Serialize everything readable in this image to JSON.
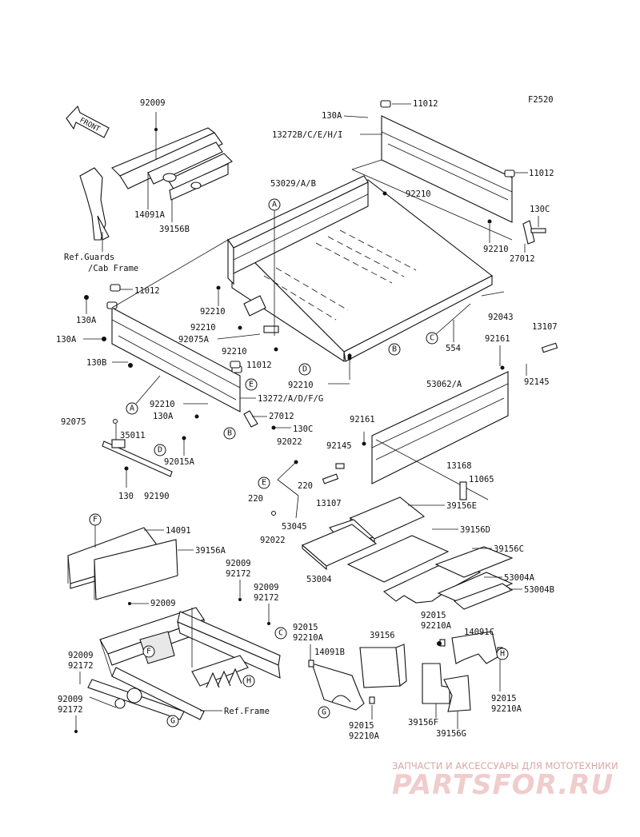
{
  "figure_code": "F2520",
  "front_arrow": "FRONT",
  "watermark": {
    "top": "ЗАПЧАСТИ И АКСЕССУАРЫ ДЛЯ МОТОТЕХНИКИ",
    "brand": "PARTSFOR.RU"
  },
  "labels": {
    "p92009_top": "92009",
    "p14091A": "14091A",
    "p39156B": "39156B",
    "ref_guards_1": "Ref.Guards",
    "ref_guards_2": "/Cab Frame",
    "p130A_top": "130A",
    "p11012_top": "11012",
    "p13272BCEHI": "13272B/C/E/H/I",
    "p53029AB": "53029/A/B",
    "p92210_a": "92210",
    "p11012_right": "11012",
    "p130C_right": "130C",
    "p92210_b": "92210",
    "p27012_right": "27012",
    "p11012_left": "11012",
    "p130A_l1": "130A",
    "p92210_c": "92210",
    "p92210_d": "92210",
    "p92075A": "92075A",
    "p92210_e": "92210",
    "p130A_l2": "130A",
    "p130B": "130B",
    "p11012_mid": "11012",
    "p92043": "92043",
    "p554": "554",
    "p13107_r": "13107",
    "p92161_r": "92161",
    "p92145_r": "92145",
    "p53062A": "53062/A",
    "p92210_f": "92210",
    "p13272ADFG": "13272/A/D/F/G",
    "p92210_g": "92210",
    "p130A_l3": "130A",
    "p27012_l": "27012",
    "p130C_l": "130C",
    "p92075": "92075",
    "p35011": "35011",
    "p92015A": "92015A",
    "p130": "130",
    "p92190": "92190",
    "p92022_top": "92022",
    "p220_top": "220",
    "p92161_m": "92161",
    "p92145_m": "92145",
    "p13107_m": "13107",
    "p13168": "13168",
    "p11065": "11065",
    "p220_bottom": "220",
    "p53045": "53045",
    "p92022_bottom": "92022",
    "p39156E": "39156E",
    "p39156D": "39156D",
    "p39156C": "39156C",
    "p53004": "53004",
    "p53004A": "53004A",
    "p53004B": "53004B",
    "p14091": "14091",
    "p39156A": "39156A",
    "p92009_a": "92009",
    "p92172_a": "92172",
    "p92009_b": "92009",
    "p92172_b": "92172",
    "p92009_c": "92009",
    "p92009_d": "92009",
    "p92172_d": "92172",
    "p92009_e": "92009",
    "p92172_e": "92172",
    "ref_frame": "Ref.Frame",
    "p92015_a": "92015",
    "p92210A_a": "92210A",
    "p14091B": "14091B",
    "p39156": "39156",
    "p92015_b": "92015",
    "p92210A_b": "92210A",
    "p92015_c": "92015",
    "p92210A_c": "92210A",
    "p14091C": "14091C",
    "p92015_d": "92015",
    "p92210A_d": "92210A",
    "p39156F": "39156F",
    "p39156G": "39156G"
  },
  "callouts": {
    "A": "A",
    "B": "B",
    "C": "C",
    "D": "D",
    "E": "E",
    "F": "F",
    "G": "G",
    "H": "H"
  }
}
